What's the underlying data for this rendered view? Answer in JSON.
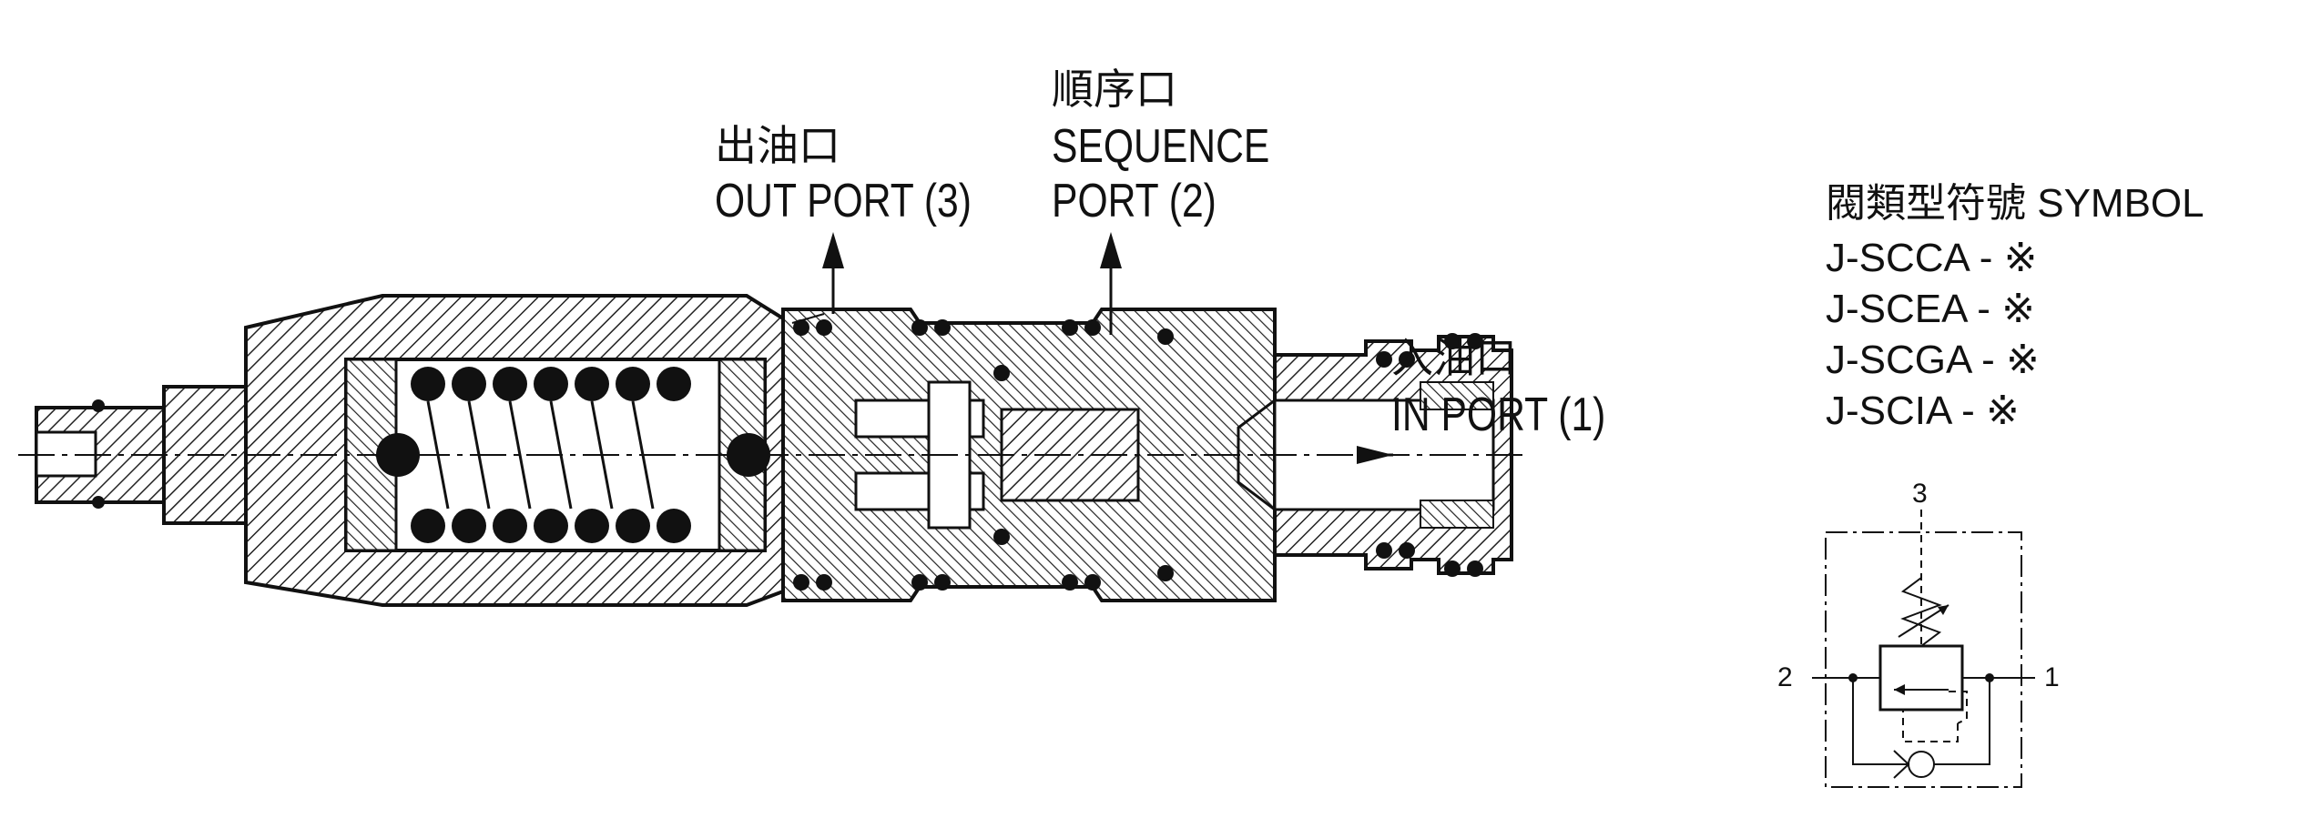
{
  "labels": {
    "out_port_cn": "出油口",
    "out_port_en": "OUT PORT (3)",
    "seq_port_cn": "順序口",
    "seq_port_en1": "SEQUENCE",
    "seq_port_en2": "PORT  (2)",
    "in_port_cn": "入油口",
    "in_port_en": "IN PORT (1)"
  },
  "symbol": {
    "title": "閥類型符號 SYMBOL",
    "models": [
      "J-SCCA - ※",
      "J-SCEA - ※",
      "J-SCGA - ※",
      "J-SCIA - ※"
    ],
    "port_numbers": {
      "top": "3",
      "left": "2",
      "right": "1"
    }
  },
  "colors": {
    "ink": "#111111",
    "hatch": "#222222",
    "background": "#ffffff"
  },
  "icons": [
    "arrow-up-icon",
    "arrow-left-icon",
    "spring-icon",
    "check-valve-icon"
  ]
}
